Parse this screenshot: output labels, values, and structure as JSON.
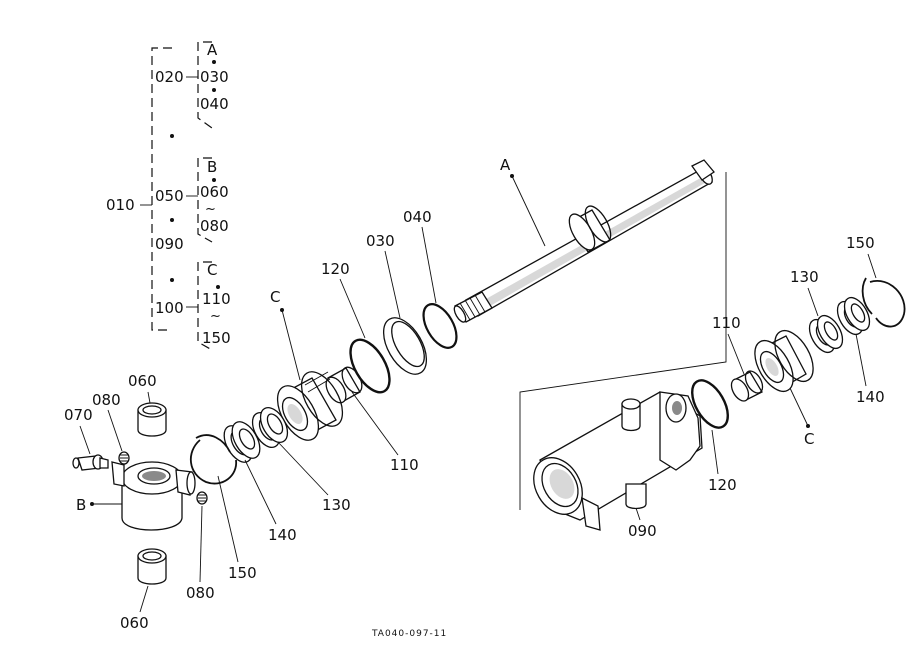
{
  "tree": {
    "root": "010",
    "groups": [
      {
        "bracket": "A",
        "parent": "020",
        "children": [
          "030",
          "040"
        ]
      },
      {
        "bracket": "B",
        "parent": "050",
        "children_first": "060",
        "children_last": "080",
        "range_mark": "~"
      },
      {
        "single": "090"
      },
      {
        "bracket": "C",
        "parent": "100",
        "children_first": "110",
        "children_last": "150",
        "range_mark": "~"
      }
    ]
  },
  "callouts": {
    "A": "A",
    "B": "B",
    "C_left": "C",
    "C_right": "C",
    "p030": "030",
    "p040": "040",
    "p120_left": "120",
    "p110_left": "110",
    "p130_left": "130",
    "p140_left": "140",
    "p150_left": "150",
    "p060_top": "060",
    "p060_bottom": "060",
    "p070": "070",
    "p080_top": "080",
    "p080_bottom": "080",
    "p090": "090",
    "p110_right": "110",
    "p120_right": "120",
    "p130_right": "130",
    "p140_right": "140",
    "p150_right": "150"
  },
  "drawing_code": "TA040-097-11"
}
